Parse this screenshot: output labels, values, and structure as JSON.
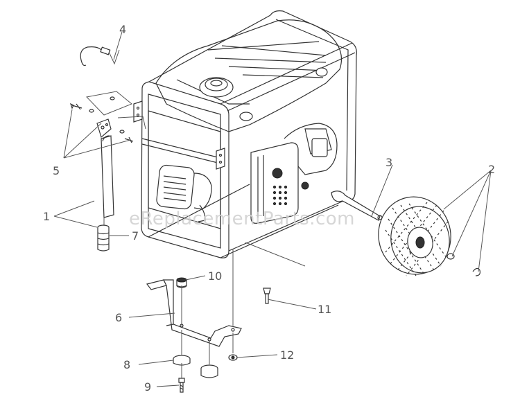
{
  "watermark": "eReplacementParts.com",
  "callouts": [
    {
      "id": "c4",
      "label": "4"
    },
    {
      "id": "c5",
      "label": "5"
    },
    {
      "id": "c1",
      "label": "1"
    },
    {
      "id": "c7",
      "label": "7"
    },
    {
      "id": "c3",
      "label": "3"
    },
    {
      "id": "c2",
      "label": "2"
    },
    {
      "id": "c10",
      "label": "10"
    },
    {
      "id": "c6",
      "label": "6"
    },
    {
      "id": "c11",
      "label": "11"
    },
    {
      "id": "c8",
      "label": "8"
    },
    {
      "id": "c12",
      "label": "12"
    },
    {
      "id": "c9",
      "label": "9"
    }
  ]
}
